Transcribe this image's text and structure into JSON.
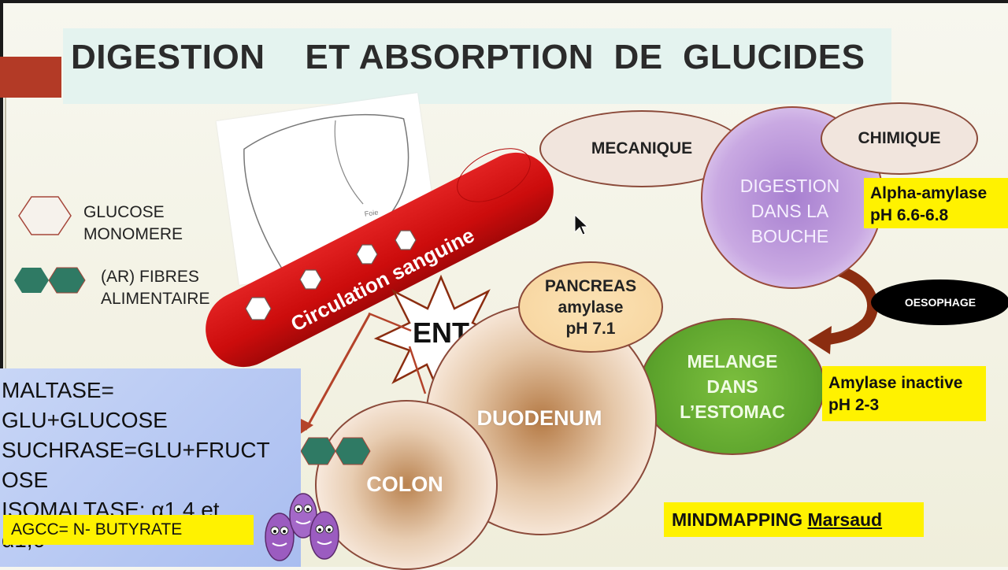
{
  "title": "DIGESTION    ET ABSORPTION  DE  GLUCIDES",
  "legend": {
    "glucose_line1": "GLUCOSE",
    "glucose_line2": "MONOMERE",
    "fibres_line1": "(AR) FIBRES",
    "fibres_line2": "ALIMENTAIRE"
  },
  "nodes": {
    "mecanique": "MECANIQUE",
    "chimique": "CHIMIQUE",
    "digestion_bouche": [
      "DIGESTION",
      "DANS LA",
      "BOUCHE"
    ],
    "oesophage": "OESOPHAGE",
    "pancreas": [
      "PANCREAS",
      "amylase",
      "pH 7.1"
    ],
    "melange": [
      "MELANGE",
      "DANS",
      "L’ESTOMAC"
    ],
    "duodenum": "DUODENUM",
    "colon": "COLON",
    "ent": "ENT",
    "circulation": "Circulation sanguine",
    "liver_label": "Foie"
  },
  "notes": {
    "alpha_amylase": [
      "Alpha-amylase",
      "pH 6.6-6.8"
    ],
    "amylase_inactive": [
      "Amylase inactive",
      "pH 2-3"
    ],
    "mindmapping": "MINDMAPPING",
    "mindmapping_author": "Marsaud",
    "agcc": "AGCC= N- BUTYRATE"
  },
  "enzymes": [
    "MALTASE=",
    "GLU+GLUCOSE",
    "SUCHRASE=GLU+FRUCT",
    "OSE",
    "ISOMALTASE: α1,4 et",
    "α1,6"
  ],
  "colors": {
    "title_bg": "#e4f3ef",
    "circulation_red": "#d20e0e",
    "stomach_green": "#5ca32c",
    "mouth_purple": "#a77fd0",
    "highlight_yellow": "#fff200",
    "hexagon_dark": "#2f7a64",
    "arrow_brown": "#8b2d10"
  }
}
